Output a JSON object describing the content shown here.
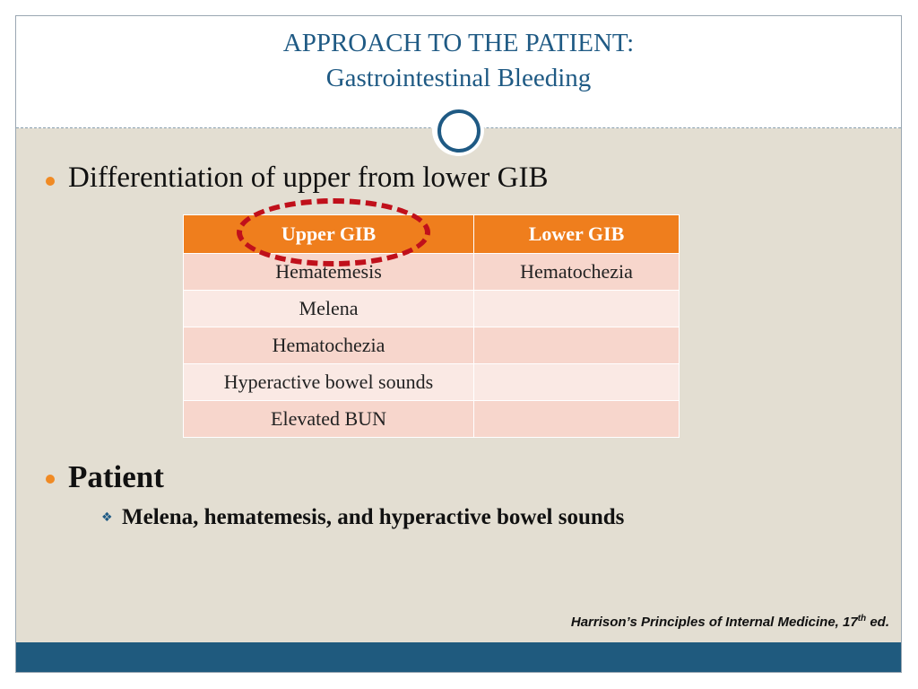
{
  "title": {
    "line1": "APPROACH TO THE PATIENT:",
    "line2": "Gastrointestinal Bleeding"
  },
  "bullets": {
    "first": "Differentiation of upper from lower GIB",
    "second": "Patient",
    "sub": "Melena, hematemesis, and hyperactive bowel sounds"
  },
  "table": {
    "headers": [
      "Upper GIB",
      "Lower GIB"
    ],
    "rows": [
      [
        "Hematemesis",
        "Hematochezia"
      ],
      [
        "Melena",
        ""
      ],
      [
        "Hematochezia",
        ""
      ],
      [
        "Hyperactive bowel sounds",
        ""
      ],
      [
        "Elevated BUN",
        ""
      ]
    ]
  },
  "citation": {
    "text": "Harrison’s Principles of Internal Medicine, 17",
    "sup": "th",
    "suffix": " ed."
  },
  "colors": {
    "accent_orange": "#ef7e1d",
    "title_blue": "#1f5a84",
    "highlight_red": "#c0101b",
    "background": "#e3ded2"
  },
  "icons": {
    "bullet": "orange-dot-bullet-icon",
    "sub_bullet": "x-star-bullet-icon"
  }
}
